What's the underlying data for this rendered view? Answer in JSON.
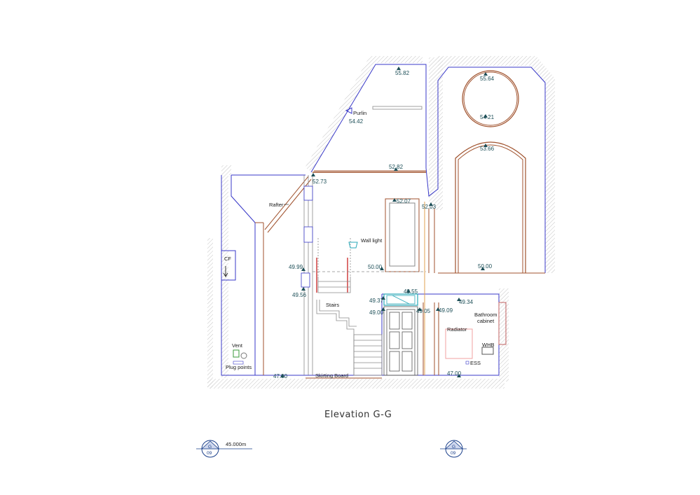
{
  "drawing": {
    "title": "Elevation G-G",
    "datum": "45.000m",
    "section_marks": [
      {
        "ref": "G",
        "sheet": "09"
      },
      {
        "ref": "G",
        "sheet": "09"
      }
    ]
  },
  "levels": {
    "l5582": "55.82",
    "l5564": "55.64",
    "l5442": "54.42",
    "l5421": "54.21",
    "l5366": "53.66",
    "l5282": "52.82",
    "l5273": "52.73",
    "l5207": "52.07",
    "l5203": "52.03",
    "l5000a": "50.00",
    "l5000b": "50.00",
    "l4999": "49.99",
    "l4956": "49.56",
    "l4955": "49.55",
    "l4937": "49.37",
    "l4934": "49.34",
    "l4909": "49.09",
    "l4905": "49.05",
    "l4900": "49.00",
    "l4700a": "47.00",
    "l4700b": "47.00"
  },
  "labels": {
    "purlin": "Purlin",
    "rafter": "Rafter",
    "wall_light": "Wall light",
    "cf": "CF",
    "stairs": "Stairs",
    "vent": "Vent",
    "plug_points": "Plug points",
    "skirting_board": "Skirting Board",
    "radiator": "Radiator",
    "bathroom_cabinet_1": "Bathroom",
    "bathroom_cabinet_2": "cabinet",
    "whb": "WHB",
    "ess": "ESS"
  },
  "colors": {
    "outline": "#3838c8",
    "hatch": "#b8b8b8",
    "timber": "#a0522d",
    "red": "#d04040",
    "cyan": "#2aa8b8",
    "level_text": "#1c4e57"
  }
}
